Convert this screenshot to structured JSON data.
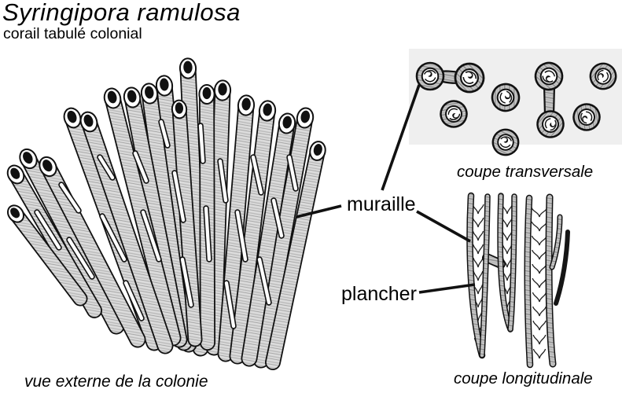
{
  "header": {
    "title": "Syringipora ramulosa",
    "subtitle": "corail tabulé colonial"
  },
  "figures": {
    "colony": {
      "caption": "vue externe de la colonie"
    },
    "transverse": {
      "caption": "coupe transversale"
    },
    "longitudinal": {
      "caption": "coupe longitudinale"
    }
  },
  "annotations": {
    "muraille": {
      "label": "muraille"
    },
    "plancher": {
      "label": "plancher"
    }
  },
  "colors": {
    "ink": "#111111",
    "paper": "#ffffff",
    "pencil_light": "#dcdcdc",
    "pencil_mid": "#c6c6c6",
    "hatch_light_line": "#a5a5a5",
    "hatch_dark_line": "#8a8a8a",
    "backdrop": "#efefef"
  }
}
